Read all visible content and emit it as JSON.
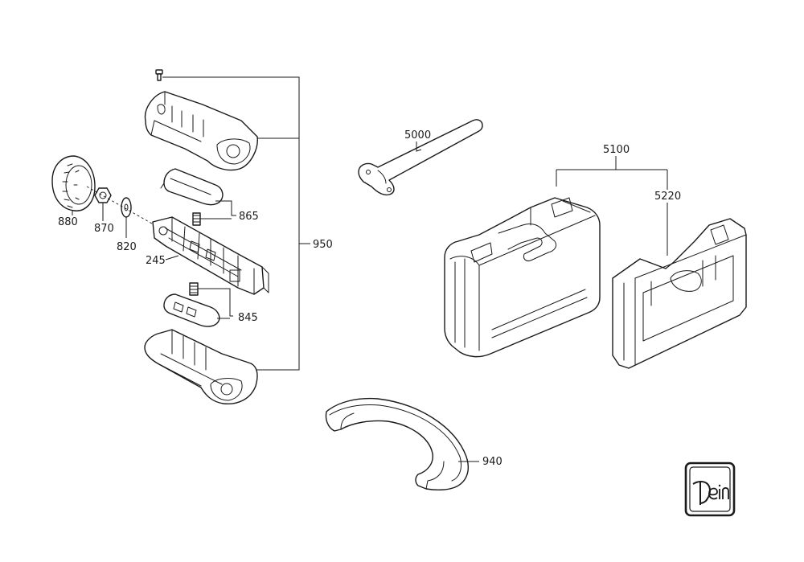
{
  "callouts": {
    "p880": "880",
    "p870": "870",
    "p820": "820",
    "p245": "245",
    "p865": "865",
    "p845": "845",
    "p950": "950",
    "p5000": "5000",
    "p5100": "5100",
    "p5220": "5220",
    "p940": "940"
  },
  "logo": {
    "text": "Fein"
  }
}
